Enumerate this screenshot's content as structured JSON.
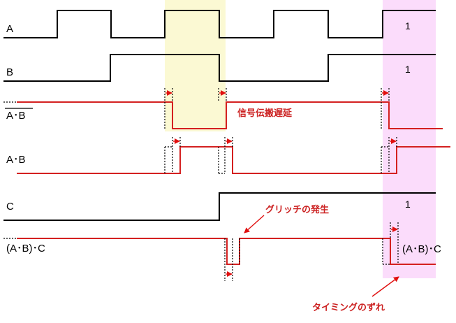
{
  "signals": {
    "a": "A",
    "b": "B",
    "nand": "A･B",
    "and": "A･B",
    "c": "C",
    "out": "(A･B)･C"
  },
  "values": {
    "a_one": "1",
    "b_one": "1",
    "c_one": "1",
    "out_right": "(A･B)･C"
  },
  "annotations": {
    "delay": "信号伝搬遅延",
    "glitch": "グリッチの発生",
    "timing": "タイミングのずれ"
  },
  "colors": {
    "highlight_yellow": "#fbf9d3",
    "highlight_pink": "#fbdcfb",
    "signal_red": "#d42020",
    "annotation_red": "#cc2222"
  }
}
